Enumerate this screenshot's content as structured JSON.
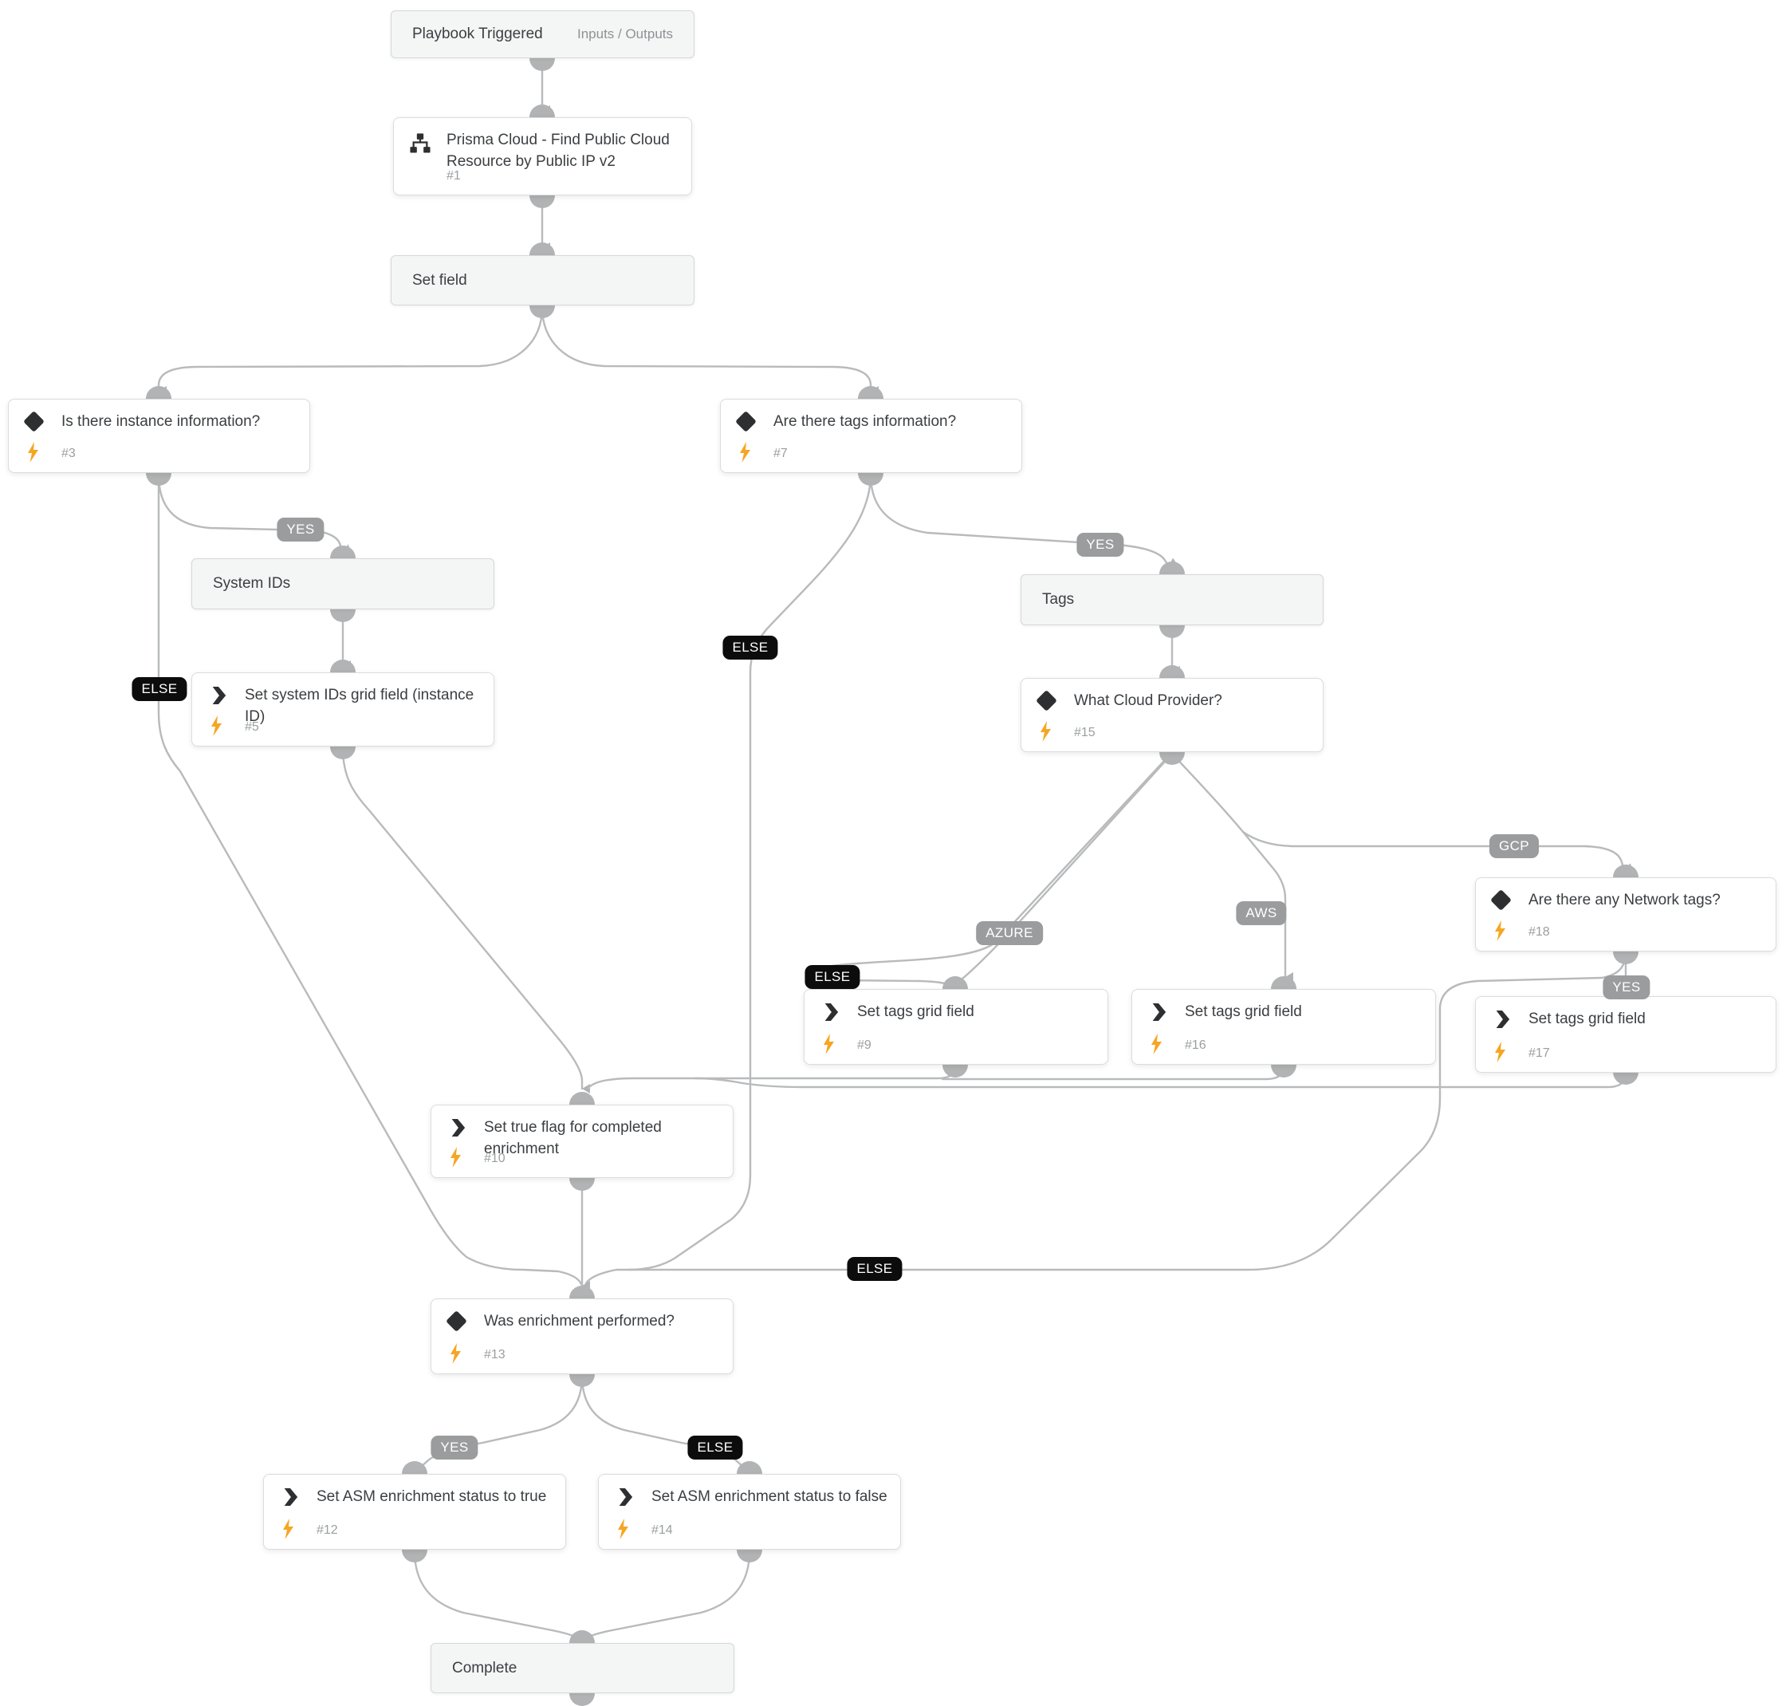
{
  "app": {
    "name": "Playbook work plan canvas"
  },
  "colors": {
    "bolt_accent": "#F5A623",
    "icon_dark": "#2d2f31",
    "edge": "#b8babb",
    "port": "#b1b3b4",
    "section_bg": "#f4f5f5",
    "node_border": "#dadcdd",
    "badge_gray": "#9a9c9d",
    "badge_black": "#0c0c0c",
    "title_text": "#3b3e41",
    "muted_text": "#9b9ea0"
  },
  "nodes": {
    "playbook_triggered": {
      "title": "Playbook Triggered",
      "link": "Inputs / Outputs"
    },
    "prisma": {
      "title": "Prisma Cloud - Find Public Cloud Resource by Public IP v2",
      "seq": "#1"
    },
    "set_field": {
      "title": "Set field"
    },
    "cond_instance": {
      "title": "Is there instance information?",
      "seq": "#3"
    },
    "cond_tags": {
      "title": "Are there tags information?",
      "seq": "#7"
    },
    "system_ids": {
      "title": "System IDs"
    },
    "task_system_ids": {
      "title": "Set system IDs grid field (instance ID)",
      "seq": "#5"
    },
    "tags": {
      "title": "Tags"
    },
    "cond_provider": {
      "title": "What Cloud Provider?",
      "seq": "#15"
    },
    "cond_network_tags": {
      "title": "Are there any Network tags?",
      "seq": "#18"
    },
    "task_tags_azure": {
      "title": "Set tags grid field",
      "seq": "#9"
    },
    "task_tags_aws": {
      "title": "Set tags grid field",
      "seq": "#16"
    },
    "task_tags_gcp": {
      "title": "Set tags grid field",
      "seq": "#17"
    },
    "task_true_flag": {
      "title": "Set true flag for completed enrichment",
      "seq": "#10"
    },
    "cond_enrichment": {
      "title": "Was enrichment performed?",
      "seq": "#13"
    },
    "task_asm_true": {
      "title": "Set ASM enrichment status to true",
      "seq": "#12"
    },
    "task_asm_false": {
      "title": "Set ASM enrichment status to false",
      "seq": "#14"
    },
    "complete": {
      "title": "Complete"
    }
  },
  "badges": {
    "yes_instance": {
      "label": "YES"
    },
    "else_instance": {
      "label": "ELSE"
    },
    "yes_tags": {
      "label": "YES"
    },
    "else_tags": {
      "label": "ELSE"
    },
    "azure": {
      "label": "AZURE"
    },
    "aws": {
      "label": "AWS"
    },
    "gcp": {
      "label": "GCP"
    },
    "else_provider": {
      "label": "ELSE"
    },
    "yes_network": {
      "label": "YES"
    },
    "else_network": {
      "label": "ELSE"
    },
    "yes_enrichment": {
      "label": "YES"
    },
    "else_enrichment": {
      "label": "ELSE"
    }
  }
}
